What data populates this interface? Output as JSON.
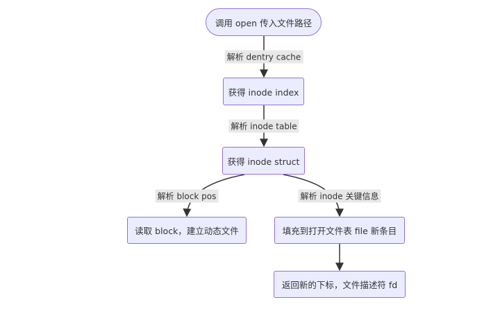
{
  "nodes": {
    "open": "调用 open 传入文件路径",
    "inode_index": "获得 inode index",
    "inode_struct": "获得 inode struct",
    "read_block": "读取 block，建立动态文件",
    "fill_table": "填充到打开文件表 file 新条目",
    "return_fd": "返回新的下标，文件描述符 fd"
  },
  "edges": {
    "e1": "解析 dentry cache",
    "e2": "解析 inode table",
    "e3": "解析 block pos",
    "e4": "解析 inode 关键信息"
  },
  "colors": {
    "node_fill": "#ECECFF",
    "node_border": "#9370DB",
    "edge": "#333333",
    "label_bg": "#e8e8e8"
  }
}
